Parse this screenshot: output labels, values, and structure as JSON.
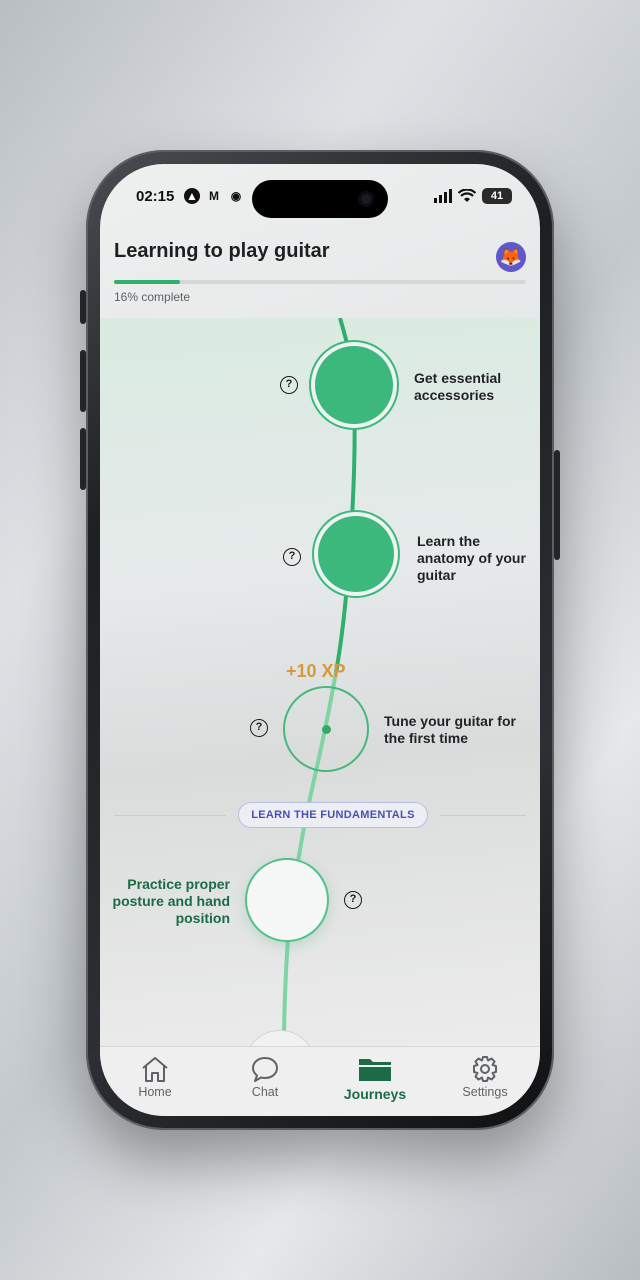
{
  "status_bar": {
    "time": "02:15",
    "battery": "41"
  },
  "header": {
    "title": "Learning to play guitar",
    "progress_text": "16% complete",
    "progress": 0.16
  },
  "journey": {
    "steps": [
      {
        "label_line1": "Get essential",
        "label_line2": "accessories",
        "label_line3": "",
        "state": "done"
      },
      {
        "label_line1": "Learn the",
        "label_line2": "anatomy of your",
        "label_line3": "guitar",
        "state": "done"
      },
      {
        "label_line1": "Tune your guitar for",
        "label_line2": "the first time",
        "label_line3": "",
        "state": "current"
      },
      {
        "label_line1": "Practice proper",
        "label_line2": "posture and hand",
        "label_line3": "position",
        "state": "next"
      }
    ],
    "help_glyph": "?",
    "xp_badge": "+10 XP",
    "section_label": "LEARN THE FUNDAMENTALS"
  },
  "tabs": [
    {
      "label": "Home",
      "icon": "house-icon"
    },
    {
      "label": "Chat",
      "icon": "chat-bubble-icon"
    },
    {
      "label": "Journeys",
      "icon": "folder-icon",
      "active": true
    },
    {
      "label": "Settings",
      "icon": "gear-icon"
    }
  ],
  "colors": {
    "accent": "#3cb87c",
    "active_tab": "#1b6b47",
    "xp": "#d69a3a",
    "section": "#4b4fb0"
  }
}
